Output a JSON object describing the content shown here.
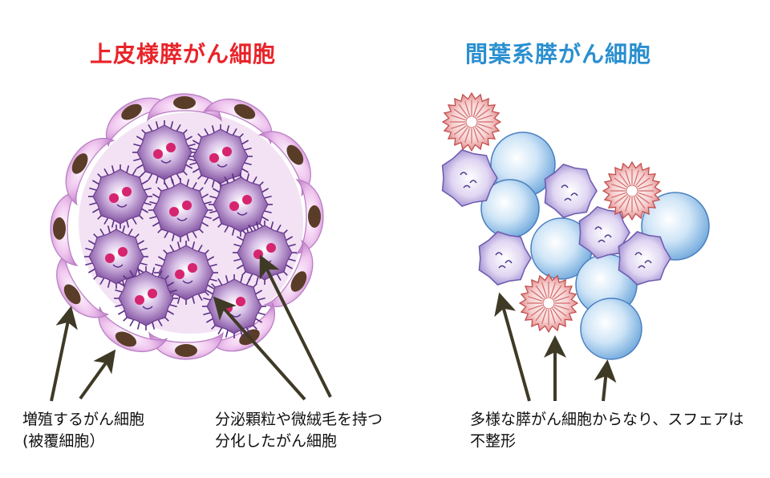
{
  "titles": {
    "left": "上皮様膵がん細胞",
    "right": "間葉系膵がん細胞"
  },
  "labels": {
    "covering_cells": [
      "増殖するがん細胞",
      "(被覆細胞）"
    ],
    "differentiated_cells": [
      "分泌顆粒や微絨毛を持つ",
      "分化したがん細胞"
    ],
    "mesenchymal_cells": [
      "多様な膵がん細胞からなり、スフェアは",
      "不整形"
    ]
  },
  "colors": {
    "left_title": "#e8242a",
    "right_title": "#2a8fd0",
    "covering_cell_body": "#e9b3ea",
    "covering_cell_nucleus": "#5a3d28",
    "differentiated_cell": "#8a5aa6",
    "cell_nucleus_dot": "#d6246e",
    "blue_sphere": "#b9d9f2",
    "spiky_cell": "#d46a6a",
    "wavy_cell": "#8c79c4",
    "arrow": "#3f3a26"
  }
}
